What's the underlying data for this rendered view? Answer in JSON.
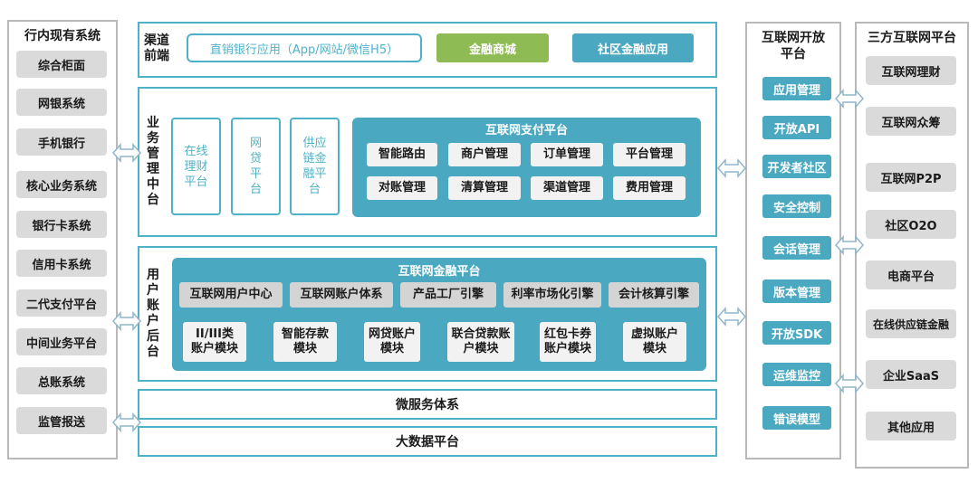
{
  "left": {
    "title": "行内现有系统",
    "items": [
      "综合柜面",
      "网银系统",
      "手机银行",
      "核心业务系统",
      "银行卡系统",
      "信用卡系统",
      "二代支付平台",
      "中间业务平台",
      "总账系统",
      "监管报送"
    ]
  },
  "channel": {
    "label": "渠道前端",
    "direct": "直销银行应用（App/网站/微信H5）",
    "mall": "金融商城",
    "community": "社区金融应用"
  },
  "business": {
    "label": "业务管理中台",
    "cards": [
      "在线理财平台",
      "网贷平台",
      "供应链金融平台"
    ],
    "payment": {
      "title": "互联网支付平台",
      "modules": [
        "智能路由",
        "商户管理",
        "订单管理",
        "平台管理",
        "对账管理",
        "清算管理",
        "渠道管理",
        "费用管理"
      ]
    }
  },
  "user": {
    "label": "用户账户后台",
    "finance": {
      "title": "互联网金融平台",
      "row1": [
        "互联网用户中心",
        "互联网账户体系",
        "产品工厂引擎",
        "利率市场化引擎",
        "会计核算引擎"
      ],
      "row2": [
        "II/III类账户模块",
        "智能存款模块",
        "网贷账户模块",
        "联合贷款账户模块",
        "红包卡券账户模块",
        "虚拟账户模块"
      ]
    }
  },
  "micro": "微服务体系",
  "bigdata": "大数据平台",
  "open": {
    "title": "互联网开放平台",
    "items": [
      "应用管理",
      "开放API",
      "开发者社区",
      "安全控制",
      "会话管理",
      "版本管理",
      "开放SDK",
      "运维监控",
      "错误模型"
    ]
  },
  "third": {
    "title": "三方互联网平台",
    "items": [
      "互联网理财",
      "互联网众筹",
      "互联网P2P",
      "社区O2O",
      "电商平台",
      "在线供应链金融",
      "企业SaaS",
      "其他应用"
    ]
  },
  "colors": {
    "teal": "#4aa9c0",
    "teal_border": "#4fb1c7",
    "green": "#8fbb55",
    "gray": "#dadada"
  }
}
